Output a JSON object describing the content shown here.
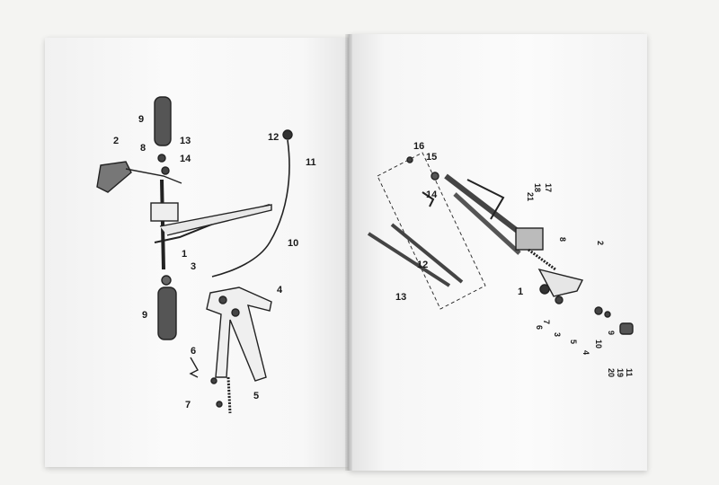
{
  "left_page": {
    "callouts": [
      "9",
      "8",
      "13",
      "14",
      "2",
      "12",
      "11",
      "10",
      "3",
      "1",
      "4",
      "9",
      "6",
      "5",
      "7"
    ]
  },
  "right_page": {
    "callouts": [
      "16",
      "15",
      "14",
      "13",
      "12",
      "17",
      "18",
      "21",
      "2",
      "8",
      "1",
      "7",
      "6",
      "3",
      "5",
      "4",
      "10",
      "9",
      "11",
      "19",
      "20"
    ]
  }
}
